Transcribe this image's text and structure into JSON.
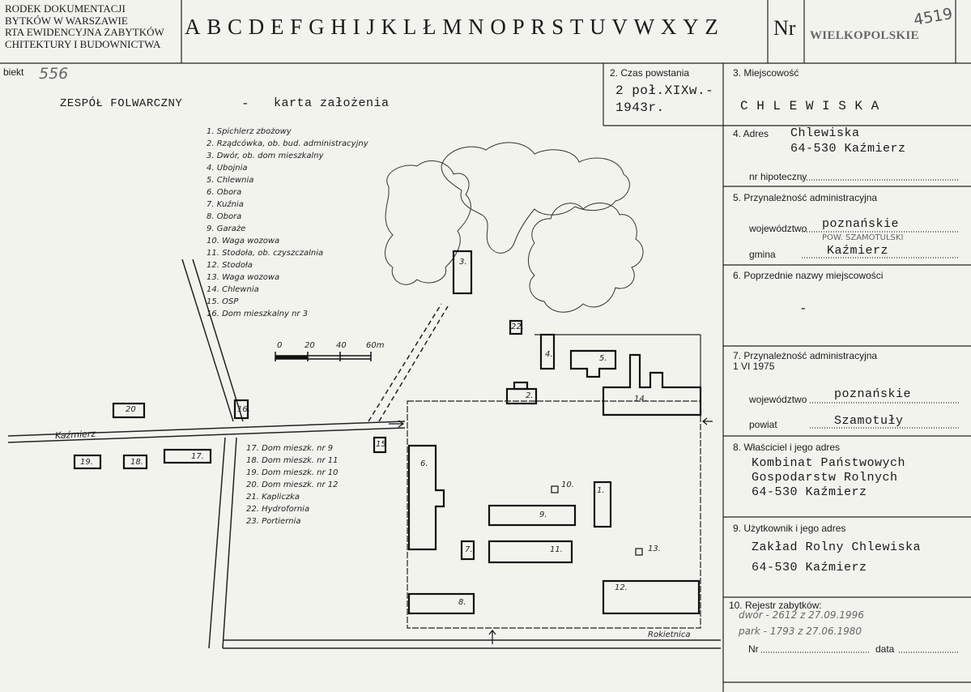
{
  "header": {
    "institution_lines": [
      "RODEK DOKUMENTACJI",
      "BYTKÓW w WARSZAWIE",
      "RTA EWIDENCYJNA ZABYTKÓW",
      "CHITEKTURY I BUDOWNICTWA"
    ],
    "letters": [
      "A",
      "B",
      "C",
      "D",
      "E",
      "F",
      "G",
      "H",
      "I",
      "J",
      "K",
      "L",
      "Ł",
      "M",
      "N",
      "O",
      "P",
      "R",
      "S",
      "T",
      "U",
      "V",
      "W",
      "X",
      "Y",
      "Z"
    ],
    "nr_label": "Nr",
    "region": "WIELKOPOLSKIE",
    "stamp_number": "4519"
  },
  "object": {
    "label": "biekt",
    "number": "556",
    "title": "ZESPÓŁ  FOLWARCZNY",
    "dash": "-",
    "subtitle": "karta założenia"
  },
  "fields": {
    "f2_label": "2. Czas powstania",
    "f2_line1": "2 poł.XIXw.-",
    "f2_line2": "1943r.",
    "f3_label": "3. Miejscowość",
    "f3_value": "C H L E W I S K A",
    "f4_label": "4. Adres",
    "f4_line1": "Chlewiska",
    "f4_line2": "64-530 Kaźmierz",
    "f4_hip": "nr hipoteczny",
    "f5_label": "5. Przynależność administracyjna",
    "f5_woj_label": "województwo",
    "f5_woj_value": "poznańskie",
    "f5_pow_stamp": "POW. SZAMOTULSKI",
    "f5_gmina_label": "gmina",
    "f5_gmina_value": "Kaźmierz",
    "f6_label": "6. Poprzednie nazwy miejscowości",
    "f6_value": "-",
    "f7_label": "7. Przynależność administracyjna",
    "f7_date": "1 VI 1975",
    "f7_woj_label": "województwo",
    "f7_woj_value": "poznańskie",
    "f7_pow_label": "powiat",
    "f7_pow_value": "Szamotuły",
    "f8_label": "8. Właściciel i jego adres",
    "f8_line1": "Kombinat Państwowych",
    "f8_line2": "Gospodarstw Rolnych",
    "f8_line3": "64-530 Kaźmierz",
    "f9_label": "9. Użytkownik i jego adres",
    "f9_line1": "Zakład Rolny Chlewiska",
    "f9_line2": "64-530 Kaźmierz",
    "f10_label": "10. Rejestr zabytków:",
    "f10_entry1": "dwór - 2612  z 27.09.1996",
    "f10_entry2": "park - 1793  z 27.06.1980",
    "f10_nr": "Nr",
    "f10_data": "data"
  },
  "legend": [
    "1. Spichlerz zbożowy",
    "2. Rządcówka, ob. bud. administracyjny",
    "3. Dwór, ob. dom mieszkalny",
    "4. Ubojnia",
    "5. Chlewnia",
    "6. Obora",
    "7. Kuźnia",
    "8. Obora",
    "9. Garaże",
    "10. Waga wozowa",
    "11. Stodoła, ob. czyszczalnia",
    "12. Stodoła",
    "13. Waga wozowa",
    "14. Chlewnia",
    "15. OSP",
    "16. Dom mieszkalny nr 3"
  ],
  "legend2": [
    "17. Dom mieszk. nr 9",
    "18. Dom mieszk. nr 11",
    "19. Dom mieszk. nr 10",
    "20. Dom mieszk. nr 12",
    "21. Kapliczka",
    "22. Hydrofornia",
    "23. Portiernia"
  ],
  "scale": {
    "labels": [
      "0",
      "20",
      "40",
      "60m"
    ]
  },
  "map": {
    "road_label": "Kaźmierz",
    "road2_label": "Rokietnica",
    "building_labels": [
      "1.",
      "2.",
      "3.",
      "4.",
      "5.",
      "6.",
      "7.",
      "8.",
      "9.",
      "10.",
      "11.",
      "12.",
      "13.",
      "14.",
      "15",
      "16.",
      "17.",
      "18.",
      "19.",
      "20",
      "22."
    ]
  }
}
